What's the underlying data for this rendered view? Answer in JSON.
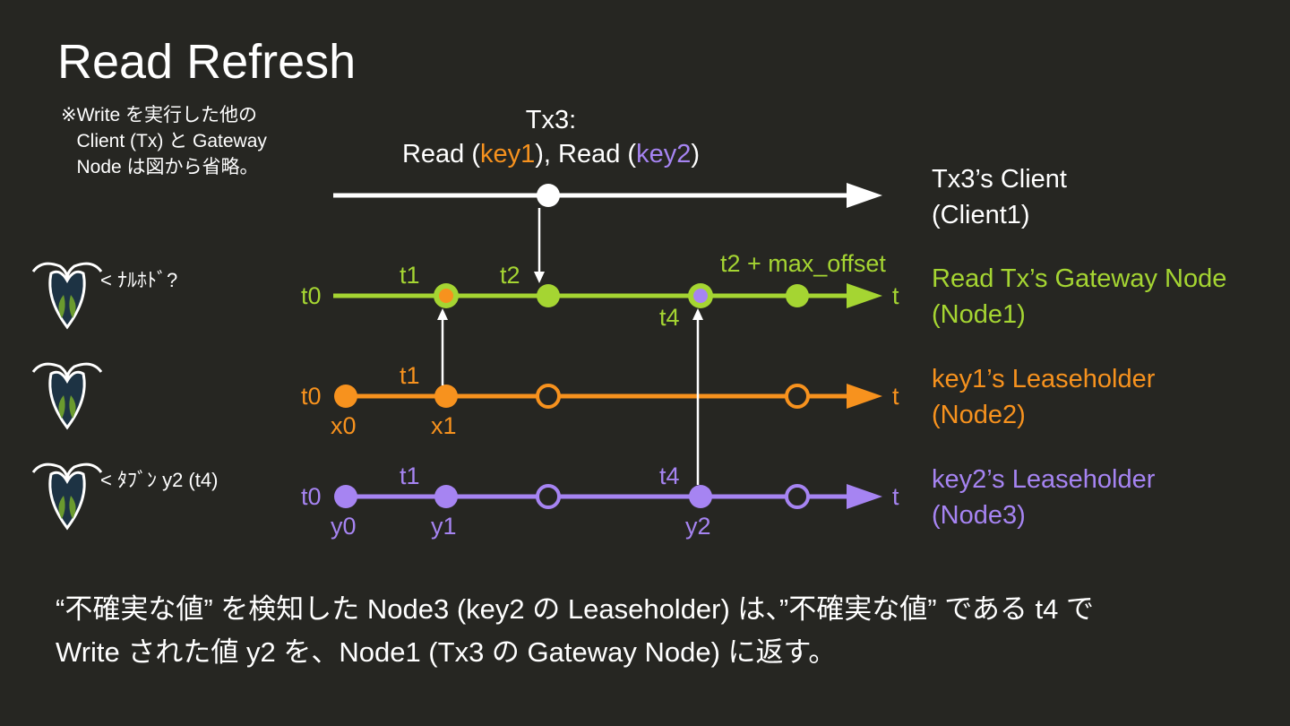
{
  "title": "Read Refresh",
  "note": "※Write を実行した他の\n   Client (Tx) と Gateway\n   Node は図から省略。",
  "tx3": {
    "line1": "Tx3:",
    "read_prefix": "Read (",
    "key1": "key1",
    "mid": "), Read (",
    "key2": "key2",
    "suffix": ")"
  },
  "lanes": {
    "client": {
      "name": "Tx3’s Client",
      "sub": "(Client1)"
    },
    "node1": {
      "name": "Read Tx’s Gateway Node",
      "sub": "(Node1)",
      "start": "t0",
      "end": "t"
    },
    "node2": {
      "name": "key1’s Leaseholder",
      "sub": "(Node2)",
      "start": "t0",
      "end": "t"
    },
    "node3": {
      "name": "key2’s Leaseholder",
      "sub": "(Node3)",
      "start": "t0",
      "end": "t"
    }
  },
  "timestamps": {
    "node1_t1": "t1",
    "node1_t2": "t2",
    "node1_t4": "t4",
    "node1_max": "t2 + max_offset",
    "node2_t1": "t1",
    "node3_t1": "t1",
    "node3_t4": "t4"
  },
  "values": {
    "x0": "x0",
    "x1": "x1",
    "y0": "y0",
    "y1": "y1",
    "y2": "y2"
  },
  "mascot_quips": {
    "node1": "< ﾅﾙﾎﾄﾞ?",
    "node2": "",
    "node3": "< ﾀﾌﾞﾝ y2 (t4)"
  },
  "bottom": {
    "line1": "“不確実な値” を検知した Node3 (key2 の Leaseholder) は、”不確実な値” である t4 で",
    "line2": "Write された値 y2 を、Node1 (Tx3 の Gateway Node) に返す。"
  },
  "colors": {
    "background": "#262622",
    "client": "#ffffff",
    "node1": "#a5d532",
    "node2": "#f7921e",
    "node3": "#a684f2",
    "mascot_dark": "#1d3344",
    "mascot_leaf": "#6a9a2e"
  },
  "icons": [
    "cockroach-mascot-icon"
  ]
}
